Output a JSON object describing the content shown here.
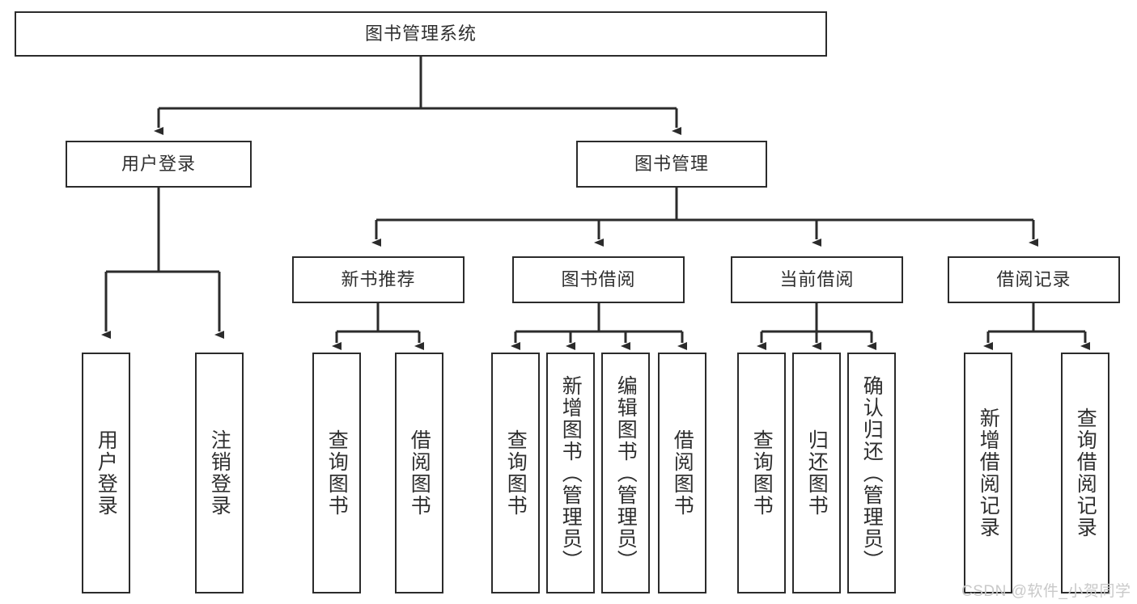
{
  "diagram": {
    "title": "图书管理系统",
    "type": "tree-hierarchy-diagram",
    "background_color": "#ffffff",
    "border_color": "#2b2b2b",
    "text_color": "#2f2f2f",
    "watermark_color": "#c9c9c9"
  },
  "nodes": {
    "root": {
      "label": "图书管理系统"
    },
    "level1": [
      {
        "id": "user-login",
        "label": "用户登录"
      },
      {
        "id": "book-manage",
        "label": "图书管理"
      }
    ],
    "level2": [
      {
        "id": "new-book-recommend",
        "label": "新书推荐"
      },
      {
        "id": "book-borrow",
        "label": "图书借阅"
      },
      {
        "id": "current-borrow",
        "label": "当前借阅"
      },
      {
        "id": "borrow-record",
        "label": "借阅记录"
      }
    ],
    "leaves": {
      "user_login": [
        {
          "id": "leaf-user-login",
          "label": "用户登录"
        },
        {
          "id": "leaf-logout",
          "label": "注销登录"
        }
      ],
      "new_book_recommend": [
        {
          "id": "leaf-query-book-1",
          "label": "查询图书"
        },
        {
          "id": "leaf-borrow-book-1",
          "label": "借阅图书"
        }
      ],
      "book_borrow": [
        {
          "id": "leaf-query-book-2",
          "label": "查询图书"
        },
        {
          "id": "leaf-add-book",
          "label": "新增图书（管理员）"
        },
        {
          "id": "leaf-edit-book",
          "label": "编辑图书（管理员）"
        },
        {
          "id": "leaf-borrow-book-2",
          "label": "借阅图书"
        }
      ],
      "current_borrow": [
        {
          "id": "leaf-query-book-3",
          "label": "查询图书"
        },
        {
          "id": "leaf-return-book",
          "label": "归还图书"
        },
        {
          "id": "leaf-confirm-return",
          "label": "确认归还（管理员）"
        }
      ],
      "borrow_record": [
        {
          "id": "leaf-add-record",
          "label": "新增借阅记录"
        },
        {
          "id": "leaf-query-record",
          "label": "查询借阅记录"
        }
      ]
    }
  },
  "watermark": {
    "text": "CSDN @软件_小贺同学"
  }
}
